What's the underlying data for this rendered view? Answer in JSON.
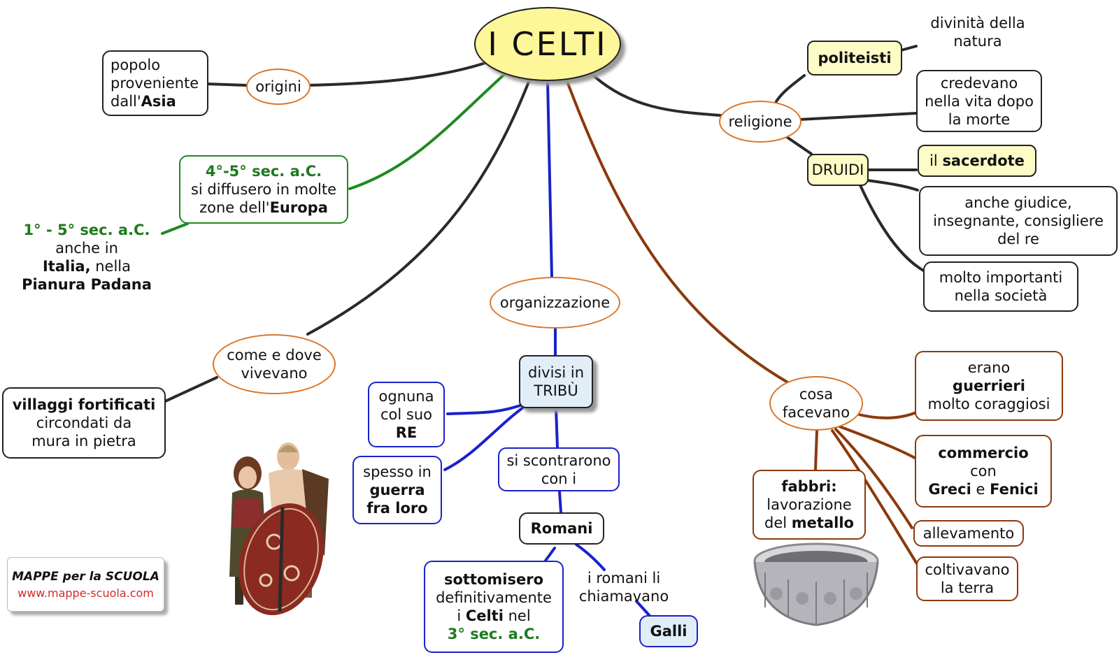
{
  "title": "I CELTI",
  "nodes": {
    "origini": "origini",
    "religione": "religione",
    "organizzazione": "organizzazione",
    "come_dove": [
      "come e dove",
      "vivevano"
    ],
    "cosa_facevano": [
      "cosa",
      "facevano"
    ],
    "druidi": "DRUIDI",
    "politeisti": "politeisti",
    "divinita": [
      "divinità della",
      "natura"
    ],
    "credevano": [
      "credevano",
      "nella vita dopo",
      "la morte"
    ],
    "sacerdote": [
      "il ",
      "sacerdote"
    ],
    "giudice": [
      "anche giudice,",
      "insegnante, consigliere",
      "del re"
    ],
    "importanti": [
      "molto importanti",
      "nella società"
    ],
    "popolo": [
      "popolo",
      "proveniente",
      "dall'",
      "Asia"
    ],
    "diffusero": [
      "4°-5° sec. a.C.",
      "si diffusero in molte",
      "zone dell'",
      "Europa"
    ],
    "italia": [
      "1° - 5° sec. a.C.",
      "anche in",
      "Italia,",
      " nella",
      "Pianura Padana"
    ],
    "villaggi": [
      "villaggi fortificati",
      "circondati da",
      "mura in pietra"
    ],
    "divisi": [
      "divisi in",
      "TRIBÙ"
    ],
    "ognuna": [
      "ognuna",
      "col suo",
      "RE"
    ],
    "spesso": [
      "spesso in",
      "guerra",
      "fra loro"
    ],
    "scontrarono": [
      "si scontrarono",
      "con i"
    ],
    "romani": "Romani",
    "sottomisero": [
      "sottomisero",
      "definitivamente",
      "i ",
      "Celti",
      " nel",
      "3° sec. a.C."
    ],
    "chiamavano": [
      "i romani li",
      "chiamavano"
    ],
    "galli": "Galli",
    "guerrieri": [
      "erano",
      "guerrieri",
      "molto coraggiosi"
    ],
    "commercio": [
      "commercio",
      "con",
      "Greci",
      " e ",
      "Fenici"
    ],
    "allevamento": "allevamento",
    "coltivavano": [
      "coltivavano",
      "la terra"
    ],
    "fabbri": [
      "fabbri:",
      "lavorazione",
      "del ",
      "metallo"
    ]
  },
  "brand": {
    "title": "MAPPE per la SCUOLA",
    "url": "www.mappe-scuola.com"
  },
  "colors": {
    "black_link": "#2a2a2a",
    "green_link": "#1e8a1e",
    "blue_link": "#1a22c8",
    "brown_link": "#8a3a0c",
    "ellipse_border": "#d9762a",
    "title_fill": "#fdf79a",
    "yellow_fill": "#fdfbc6"
  },
  "images": [
    "celtic-warriors-illustration",
    "silver-cauldron-illustration"
  ]
}
